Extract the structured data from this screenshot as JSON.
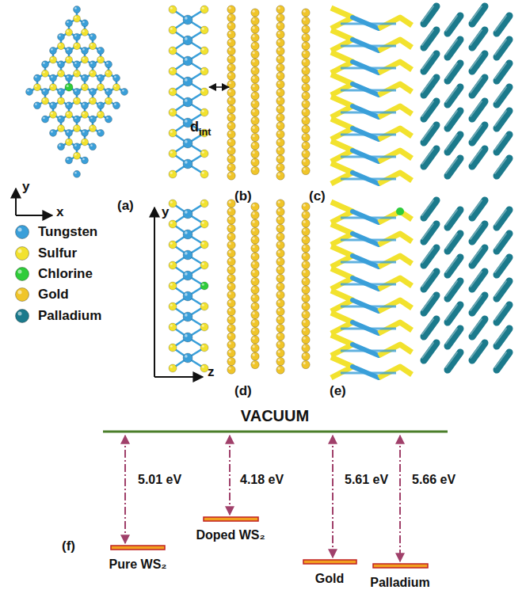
{
  "diagram": {
    "labels": [
      "(a)",
      "y",
      "x",
      "(b)",
      "dint",
      "(c)",
      "y",
      "z",
      "(d)",
      "(e)",
      "VACUUM",
      "5.01 eV",
      "4.18 eV",
      "5.61 eV",
      "5.66 eV",
      "Pure WS₂",
      "Doped WS₂",
      "Gold",
      "Palladium",
      "(f)"
    ],
    "legend": [
      {
        "text": "Tungsten",
        "color": "#3a9fd9"
      },
      {
        "text": "Sulfur",
        "color": "#f2e22e"
      },
      {
        "text": "Chlorine",
        "color": "#2fcc3a"
      },
      {
        "text": "Gold",
        "color": "#f0c52a"
      },
      {
        "text": "Palladium",
        "color": "#1b7a8c"
      }
    ]
  }
}
